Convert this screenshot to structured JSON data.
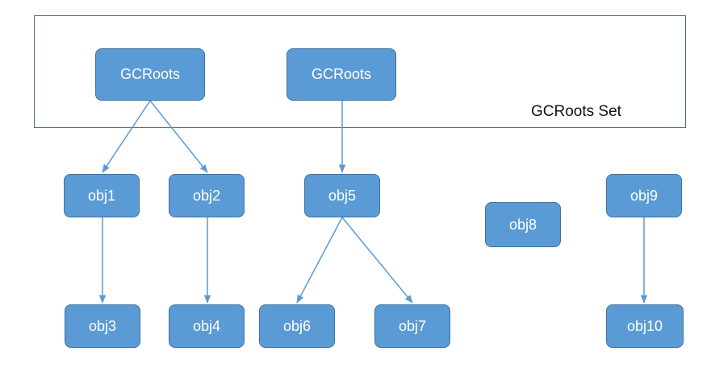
{
  "set_label": "GCRoots Set",
  "colors": {
    "node_fill": "#5b9bd5",
    "node_border": "#41719c",
    "edge": "#5b9bd5",
    "set_border": "#4a6a8a"
  },
  "nodes": [
    {
      "id": "gcroot1",
      "label": "GCRoots"
    },
    {
      "id": "gcroot2",
      "label": "GCRoots"
    },
    {
      "id": "obj1",
      "label": "obj1"
    },
    {
      "id": "obj2",
      "label": "obj2"
    },
    {
      "id": "obj3",
      "label": "obj3"
    },
    {
      "id": "obj4",
      "label": "obj4"
    },
    {
      "id": "obj5",
      "label": "obj5"
    },
    {
      "id": "obj6",
      "label": "obj6"
    },
    {
      "id": "obj7",
      "label": "obj7"
    },
    {
      "id": "obj8",
      "label": "obj8"
    },
    {
      "id": "obj9",
      "label": "obj9"
    },
    {
      "id": "obj10",
      "label": "obj10"
    }
  ],
  "edges": [
    {
      "from": "gcroot1",
      "to": "obj1"
    },
    {
      "from": "gcroot1",
      "to": "obj2"
    },
    {
      "from": "gcroot2",
      "to": "obj5"
    },
    {
      "from": "obj1",
      "to": "obj3"
    },
    {
      "from": "obj2",
      "to": "obj4"
    },
    {
      "from": "obj5",
      "to": "obj6"
    },
    {
      "from": "obj5",
      "to": "obj7"
    },
    {
      "from": "obj9",
      "to": "obj10"
    }
  ]
}
